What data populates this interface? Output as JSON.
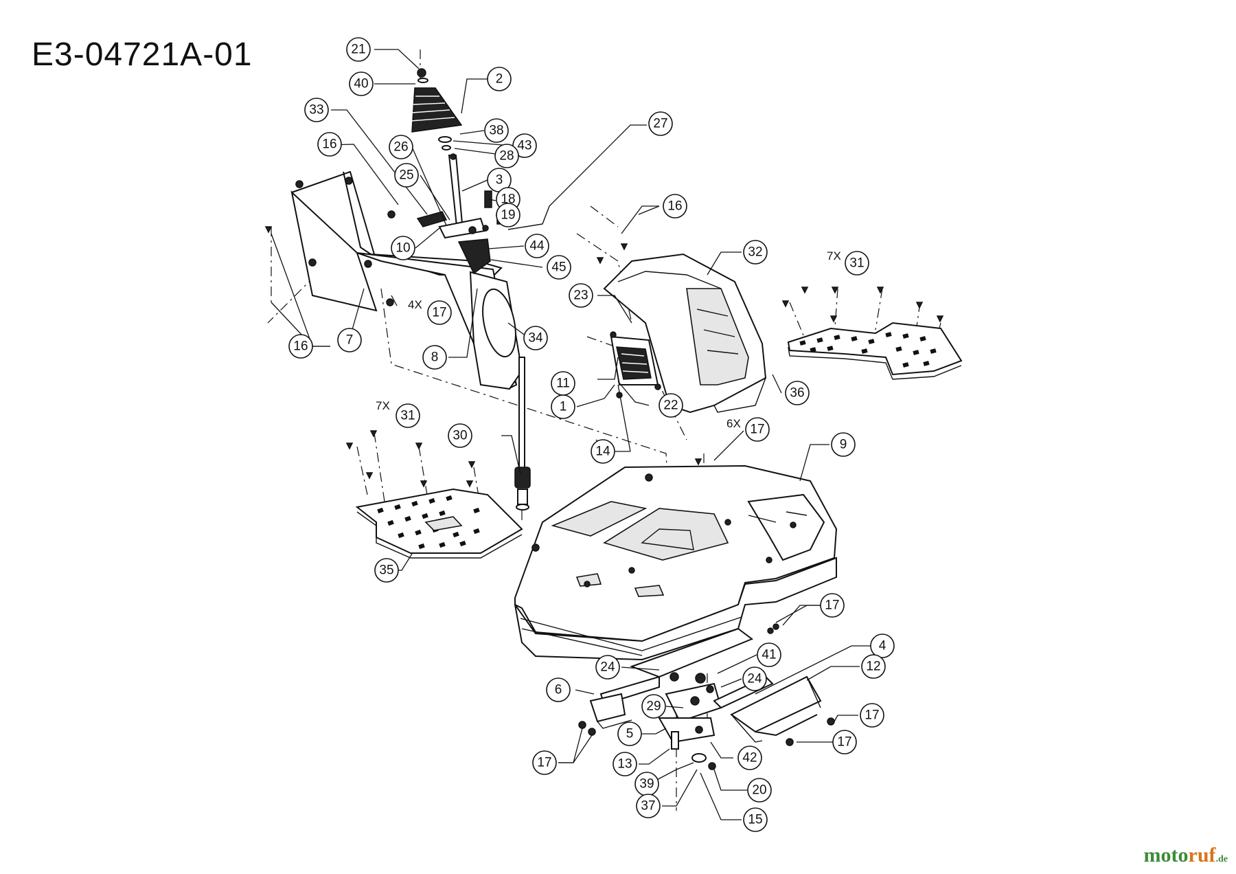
{
  "diagram": {
    "title": "E3-04721A-01",
    "watermark": {
      "brand": "moto",
      "brand_accent": "ruf",
      "suffix": ".de"
    },
    "callouts": [
      "21",
      "40",
      "2",
      "38",
      "43",
      "28",
      "26",
      "33",
      "16",
      "25",
      "3",
      "27",
      "18",
      "19",
      "10",
      "44",
      "45",
      "16",
      "32",
      "4X",
      "17",
      "16",
      "7",
      "8",
      "34",
      "23",
      "11",
      "22",
      "1",
      "14",
      "7X",
      "31",
      "7X",
      "31",
      "36",
      "6X",
      "17",
      "9",
      "30",
      "35",
      "17",
      "41",
      "4",
      "24",
      "24",
      "12",
      "6",
      "29",
      "17",
      "5",
      "17",
      "17",
      "13",
      "42",
      "39",
      "20",
      "37",
      "15"
    ],
    "colors": {
      "ink": "#111111",
      "watermark_green": "#3d8c3a",
      "watermark_orange": "#d8741c"
    }
  }
}
